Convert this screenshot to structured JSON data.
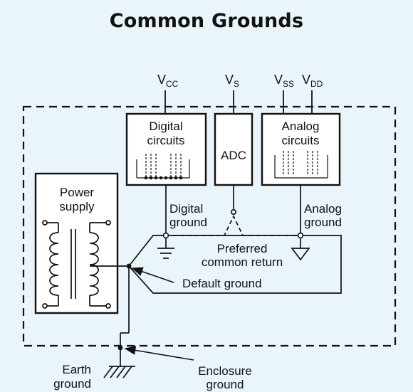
{
  "title": "Common Grounds",
  "labels": {
    "vcc_main": "V",
    "vcc_sub": "CC",
    "vs_main": "V",
    "vs_sub": "S",
    "vss_main": "V",
    "vss_sub": "SS",
    "vdd_main": "V",
    "vdd_sub": "DD",
    "digital_line1": "Digital",
    "digital_line2": "circuits",
    "adc": "ADC",
    "analog_line1": "Analog",
    "analog_line2": "circuits",
    "power_line1": "Power",
    "power_line2": "supply",
    "digital_ground_line1": "Digital",
    "digital_ground_line2": "ground",
    "analog_ground_line1": "Analog",
    "analog_ground_line2": "ground",
    "preferred_line1": "Preferred",
    "preferred_line2": "common return",
    "default_ground": "Default ground",
    "earth_line1": "Earth",
    "earth_line2": "ground",
    "enclosure_line1": "Enclosure",
    "enclosure_line2": "ground"
  },
  "colors": {
    "background": "#e9f4fb",
    "box_fill": "#ffffff",
    "line": "#111111"
  }
}
